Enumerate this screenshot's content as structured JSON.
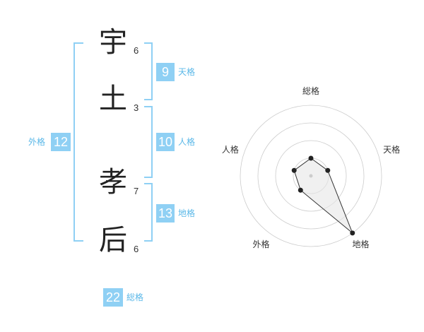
{
  "name_chars": [
    {
      "char": "宇",
      "strokes": "6"
    },
    {
      "char": "土",
      "strokes": "3"
    },
    {
      "char": "孝",
      "strokes": "7"
    },
    {
      "char": "后",
      "strokes": "6"
    }
  ],
  "fortunes": {
    "tenkaku": {
      "value": "9",
      "label": "天格"
    },
    "jinkaku": {
      "value": "10",
      "label": "人格"
    },
    "chikaku": {
      "value": "13",
      "label": "地格"
    },
    "gaikaku": {
      "value": "12",
      "label": "外格"
    },
    "soukaku": {
      "value": "22",
      "label": "総格"
    }
  },
  "chart_data": {
    "type": "radar",
    "axes": [
      "総格",
      "天格",
      "地格",
      "外格",
      "人格"
    ],
    "rings": 4,
    "values": [
      0.25,
      0.25,
      1.0,
      0.25,
      0.25
    ],
    "colors": {
      "line": "#333333",
      "fill": "#e6e6e6",
      "grid": "#cccccc",
      "point": "#222222"
    }
  },
  "colors": {
    "accent": "#8fd0f4",
    "label": "#5bb8e8"
  }
}
